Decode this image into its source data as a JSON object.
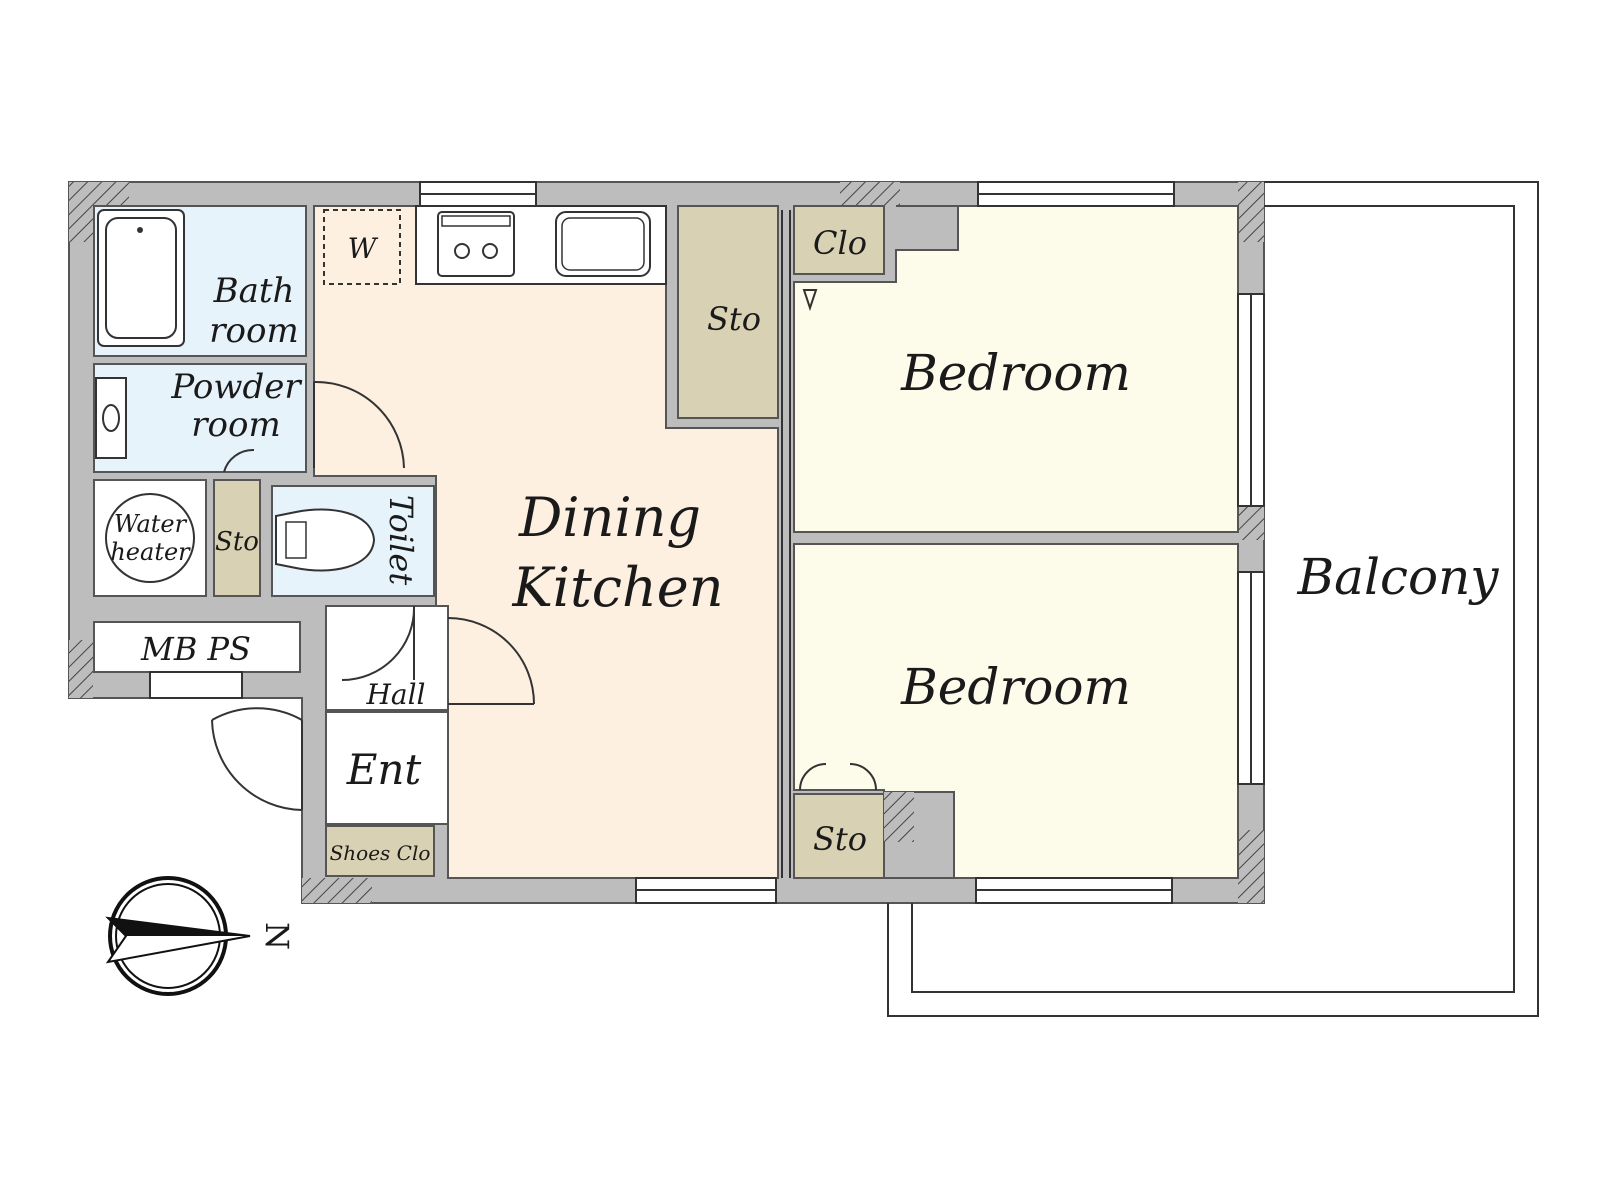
{
  "floor_plan": {
    "rooms": {
      "bath": [
        "Bath",
        "room"
      ],
      "powder": [
        "Powder",
        "room"
      ],
      "washer": "W",
      "water_heater": [
        "Water",
        "heater"
      ],
      "sto_small": "Sto",
      "toilet": "Toilet",
      "mbps": "MB PS",
      "hall": "Hall",
      "entrance": "Ent",
      "shoes_closet": "Shoes Clo",
      "dining_kitchen": [
        "Dining",
        "Kitchen"
      ],
      "sto_kitchen": "Sto",
      "closet": "Clo",
      "bedroom_upper": "Bedroom",
      "bedroom_lower": "Bedroom",
      "sto_bedroom": "Sto",
      "balcony": "Balcony"
    },
    "compass_label": "N",
    "colors": {
      "wall": "#bdbdbd",
      "wet_area": "#e6f3fb",
      "dining_kitchen": "#fdf0e0",
      "bedroom": "#fdfbea",
      "storage": "#d9d1b3",
      "hall": "#ffffff"
    }
  }
}
